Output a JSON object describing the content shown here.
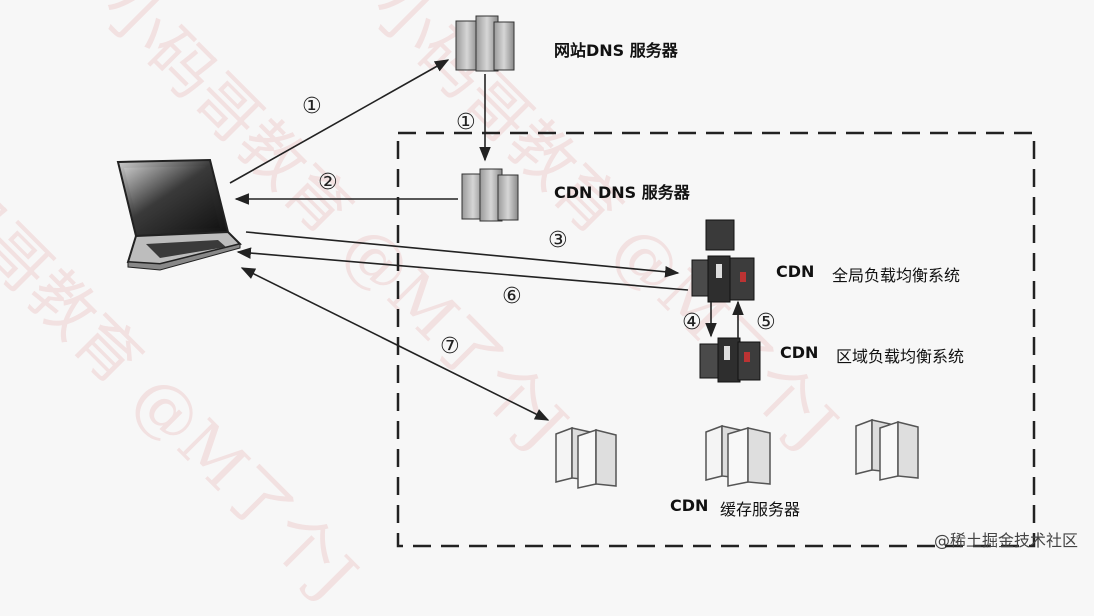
{
  "labels": {
    "site_dns": "网站DNS 服务器",
    "cdn_dns": "CDN DNS 服务器",
    "global_lb_prefix": "CDN",
    "global_lb_name": "全局负载均衡系统",
    "region_lb_prefix": "CDN",
    "region_lb_name": "区域负载均衡系统",
    "cache_prefix": "CDN",
    "cache_name": "缓存服务器"
  },
  "steps": {
    "s1a": "①",
    "s1b": "①",
    "s2": "②",
    "s3": "③",
    "s4": "④",
    "s5": "⑤",
    "s6": "⑥",
    "s7": "⑦"
  },
  "watermark": "小码哥教育 @M了个J",
  "credit": "@稀土掘金技术社区",
  "colors": {
    "line": "#222222",
    "watermark": "#dc6e6e",
    "server_body": "#e8e8e8"
  }
}
